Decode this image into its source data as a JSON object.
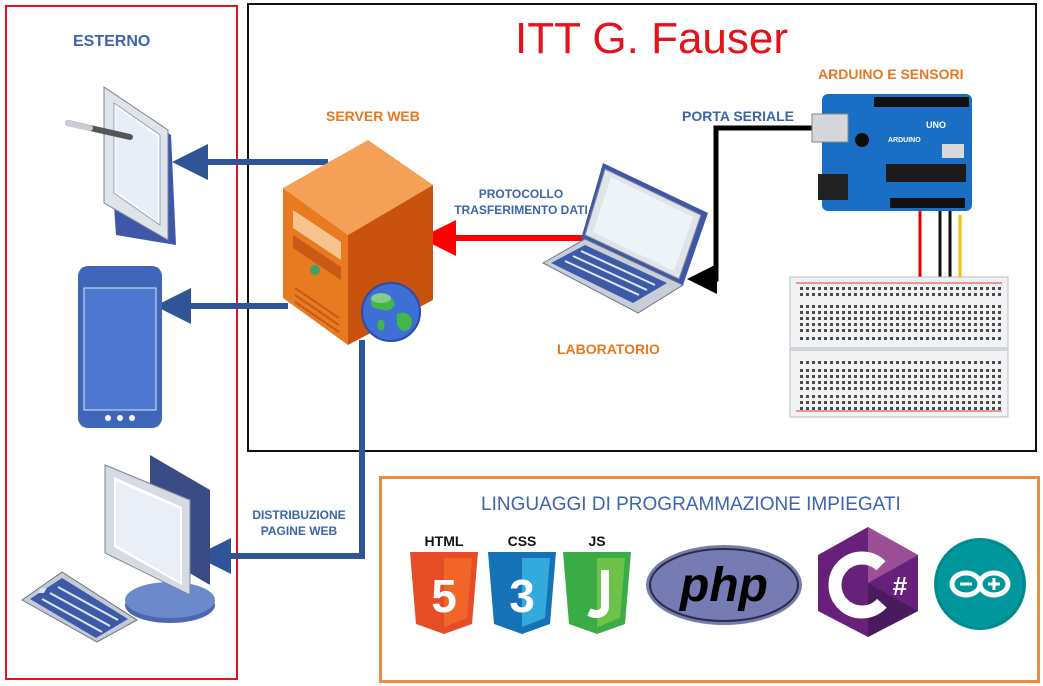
{
  "title": "ITT G. Fauser",
  "labels": {
    "esterno": "ESTERNO",
    "server_web": "SERVER WEB",
    "arduino_sensori": "ARDUINO E SENSORI",
    "porta_seriale": "PORTA SERIALE",
    "protocollo_line1": "PROTOCOLLO",
    "protocollo_line2": "TRASFERIMENTO DATI",
    "laboratorio": "LABORATORIO",
    "distribuzione_line1": "DISTRIBUZIONE",
    "distribuzione_line2": "PAGINE WEB",
    "linguaggi": "LINGUAGGI DI PROGRAMMAZIONE IMPIEGATI"
  },
  "logos": {
    "html": "HTML",
    "html_digit": "5",
    "css": "CSS",
    "css_digit": "3",
    "js": "JS",
    "php": "php",
    "csharp": "C",
    "csharp_hash": "#",
    "arduino_uno": "UNO",
    "arduino_brand": "ARDUINO"
  },
  "colors": {
    "red_frame": "#e3121b",
    "orange_frame": "#ec8a3e",
    "blue_text": "#3b64ad",
    "orange_text": "#e87722",
    "arrow_blue": "#2f5597",
    "arrow_red": "#ff0000",
    "html5": "#e44d26",
    "css3": "#1572b6",
    "js": "#3bab45",
    "php": "#777bb3",
    "csharp": "#68217a",
    "arduino": "#00979c"
  },
  "icons": [
    "tablet-icon",
    "smartphone-icon",
    "desktop-monitor-icon",
    "keyboard-icon",
    "server-tower-icon",
    "globe-icon",
    "laptop-icon",
    "arduino-board-icon",
    "breadboard-icon"
  ]
}
